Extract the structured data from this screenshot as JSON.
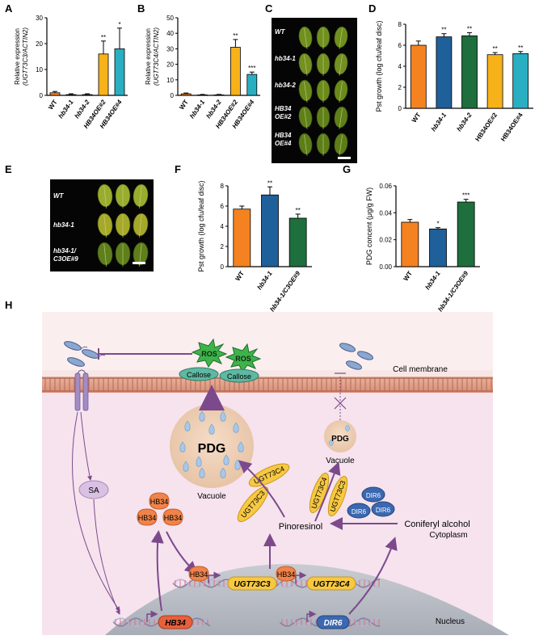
{
  "panels": {
    "A": "A",
    "B": "B",
    "C": "C",
    "D": "D",
    "E": "E",
    "F": "F",
    "G": "G",
    "H": "H"
  },
  "colors": {
    "wt": "#f58220",
    "hb34_1": "#1f5f9a",
    "hb34_2": "#1e6e3e",
    "oe2": "#f7b21a",
    "oe4": "#2aaec1",
    "c3oe": "#1e6e3e",
    "bg": "#f6e3e3",
    "leaf_dark": "#6a8a1f",
    "purple": "#7c4a8c"
  },
  "chart_data": [
    {
      "panel": "A",
      "type": "bar",
      "ylabel": "Relative expression",
      "ylabel_sub": "(UGT73C3/ACTIN2)",
      "ylim": [
        0,
        30
      ],
      "yticks": [
        "0",
        "10",
        "20",
        "30"
      ],
      "categories": [
        "WT",
        "hb34-1",
        "hb34-2",
        "HB34OE#2",
        "HB34OE#4"
      ],
      "values": [
        1,
        0.3,
        0.3,
        16,
        18
      ],
      "errors": [
        0.5,
        0.3,
        0.3,
        5,
        8
      ],
      "significance": [
        "",
        "",
        "",
        "**",
        "*"
      ]
    },
    {
      "panel": "B",
      "type": "bar",
      "ylabel": "Relative expression",
      "ylabel_sub": "(UGT73C4/ACTIN2)",
      "ylim": [
        0,
        50
      ],
      "yticks": [
        "0",
        "10",
        "20",
        "30",
        "40",
        "50"
      ],
      "categories": [
        "WT",
        "hb34-1",
        "hb34-2",
        "HB34OE#2",
        "HB34OE#4"
      ],
      "values": [
        1,
        0.3,
        0.3,
        31,
        13.5
      ],
      "errors": [
        0.5,
        0.3,
        0.3,
        5,
        1.5
      ],
      "significance": [
        "",
        "",
        "",
        "**",
        "***"
      ]
    },
    {
      "panel": "D",
      "type": "bar",
      "ylabel": "Pst growth (log cfu/leaf disc)",
      "ylim": [
        0,
        8
      ],
      "yticks": [
        "0",
        "2",
        "4",
        "6",
        "8"
      ],
      "categories": [
        "WT",
        "hb34-1",
        "hb34-2",
        "HB34OE#2",
        "HB34OE#4"
      ],
      "values": [
        6.0,
        6.8,
        6.9,
        5.1,
        5.2
      ],
      "errors": [
        0.4,
        0.3,
        0.3,
        0.2,
        0.2
      ],
      "significance": [
        "",
        "**",
        "**",
        "**",
        "**"
      ]
    },
    {
      "panel": "F",
      "type": "bar",
      "ylabel": "Pst growth (log cfu/leaf disc)",
      "ylim": [
        0,
        8
      ],
      "yticks": [
        "0",
        "2",
        "4",
        "6",
        "8"
      ],
      "categories": [
        "WT",
        "hb34-1",
        "hb34-1/C3OE#9"
      ],
      "values": [
        5.7,
        7.1,
        4.8
      ],
      "errors": [
        0.3,
        0.8,
        0.4
      ],
      "significance": [
        "",
        "**",
        "**"
      ]
    },
    {
      "panel": "G",
      "type": "bar",
      "ylabel": "PDG concent (μg/g FW)",
      "ylim": [
        0,
        0.06
      ],
      "yticks": [
        "0.00",
        "0.02",
        "0.04",
        "0.06"
      ],
      "categories": [
        "WT",
        "hb34-1",
        "hb34-1/C3OE#9"
      ],
      "values": [
        0.033,
        0.028,
        0.048
      ],
      "errors": [
        0.002,
        0.001,
        0.002
      ],
      "significance": [
        "",
        "*",
        "***"
      ]
    }
  ],
  "photo_c": {
    "rows": [
      "WT",
      "hb34-1",
      "hb34-2",
      "HB34\nOE#2",
      "HB34\nOE#4"
    ]
  },
  "photo_e": {
    "rows": [
      "WT",
      "hb34-1",
      "hb34-1/\nC3OE#9"
    ]
  },
  "diagram": {
    "ros1": "ROS",
    "ros2": "ROS",
    "callose1": "Callose",
    "callose2": "Callose",
    "cell_membrane": "Cell membrane",
    "cytoplasm": "Cytoplasm",
    "nucleus": "Nucleus",
    "sa": "SA",
    "pdg_big": "PDG",
    "pdg_small": "PDG",
    "vacuole_big": "Vacuole",
    "vacuole_small": "Vacuole",
    "hb34": "HB34",
    "ugt73c3": "UGT73C3",
    "ugt73c4": "UGT73C4",
    "dir6": "DIR6",
    "pinoresinol": "Pinoresinol",
    "coniferyl": "Coniferyl alcohol",
    "gene_hb34": "HB34",
    "gene_ugt73c3": "UGT73C3",
    "gene_ugt73c4": "UGT73C4",
    "gene_dir6": "DIR6"
  }
}
